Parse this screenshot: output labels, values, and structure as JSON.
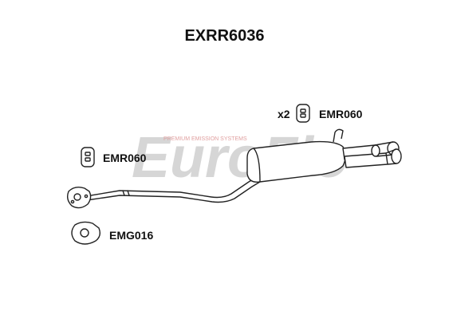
{
  "title": "EXRR6036",
  "watermark": {
    "brand": "EuroFlo",
    "tagline": "PREMIUM EMISSION SYSTEMS"
  },
  "parts": {
    "mount_top": {
      "code": "EMR060",
      "quantity": "x2"
    },
    "mount_left": {
      "code": "EMR060"
    },
    "gasket": {
      "code": "EMG016"
    }
  },
  "colors": {
    "line": "#222222",
    "watermark_grey": "#c8c8c8",
    "watermark_red": "#e8b8b8",
    "text": "#111111"
  }
}
